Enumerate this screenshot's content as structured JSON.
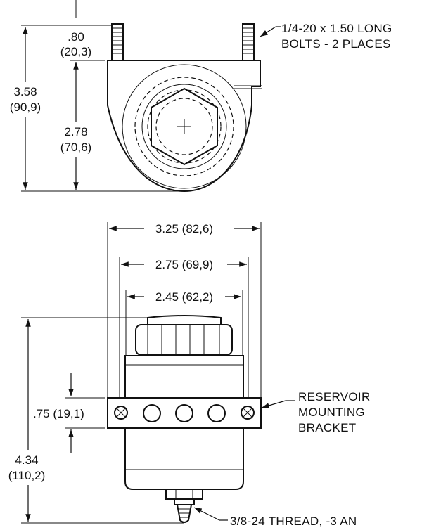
{
  "top_view": {
    "dim_top": {
      "imperial": ".80",
      "metric": "(20,3)"
    },
    "dim_total": {
      "imperial": "3.58",
      "metric": "(90,9)"
    },
    "dim_inner": {
      "imperial": "2.78",
      "metric": "(70,6)"
    },
    "bolt_note": {
      "line1": "1/4-20 x 1.50 LONG",
      "line2": "BOLTS - 2 PLACES"
    }
  },
  "front_view": {
    "width_outer": "3.25 (82,6)",
    "width_mid": "2.75 (69,9)",
    "width_inner": "2.45 (62,2)",
    "bracket_height": ".75 (19,1)",
    "total_height": {
      "imperial": "4.34",
      "metric": "(110,2)"
    },
    "bracket_note": {
      "line1": "RESERVOIR",
      "line2": "MOUNTING",
      "line3": "BRACKET"
    },
    "thread_note": "3/8-24 THREAD, -3 AN"
  }
}
